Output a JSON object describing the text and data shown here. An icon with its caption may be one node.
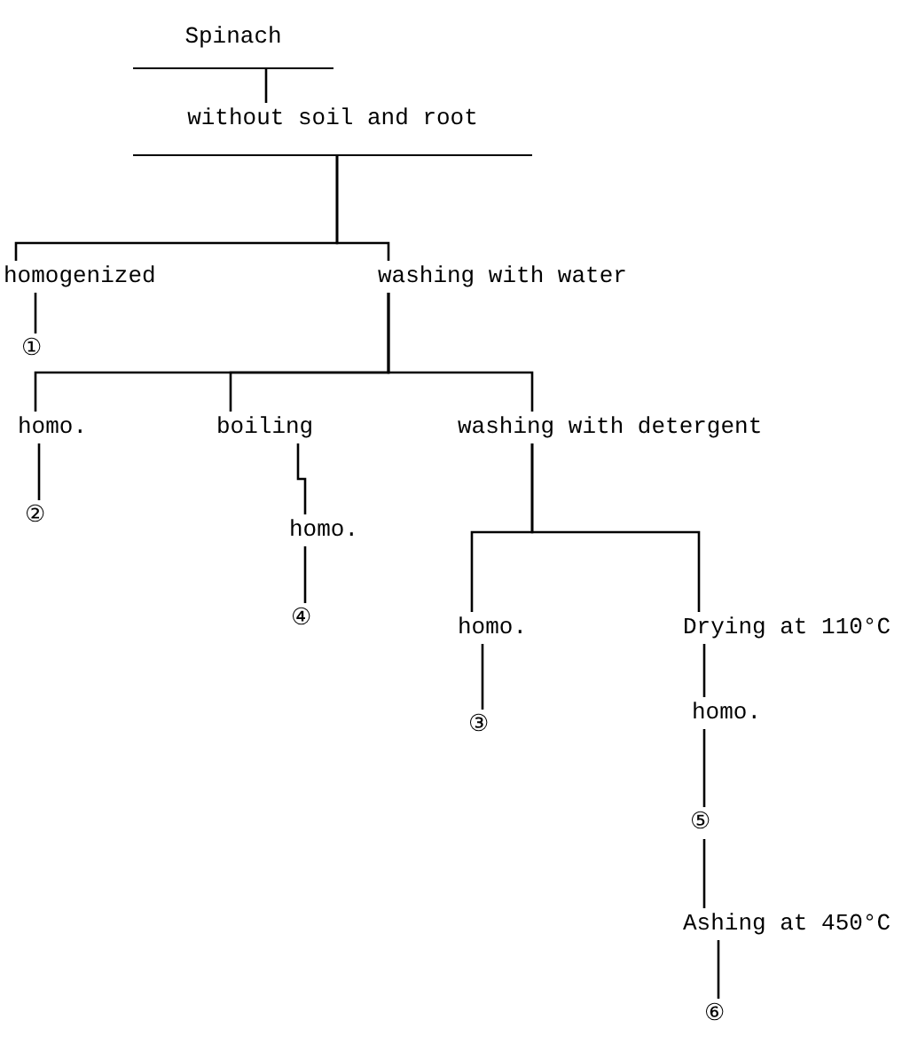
{
  "diagram": {
    "nodes": [
      {
        "text": [
          "Spinach"
        ]
      },
      {
        "text": [
          "without soil and root"
        ]
      },
      {
        "text": [
          "homogenized"
        ]
      },
      {
        "text": [
          "washing with water"
        ]
      },
      {
        "text": [
          "①"
        ]
      },
      {
        "text": [
          "homo."
        ]
      },
      {
        "text": [
          "boiling"
        ]
      },
      {
        "text": [
          "washing with detergent"
        ]
      },
      {
        "text": [
          "②"
        ]
      },
      {
        "text": [
          "homo."
        ]
      },
      {
        "text": [
          "④"
        ]
      },
      {
        "text": [
          "homo."
        ]
      },
      {
        "text": [
          "Drying at 110°C"
        ]
      },
      {
        "text": [
          "③"
        ]
      },
      {
        "text": [
          "homo."
        ]
      },
      {
        "text": [
          "⑤"
        ]
      },
      {
        "text": [
          "Ashing at 450°C"
        ]
      },
      {
        "text": [
          "⑥"
        ]
      }
    ],
    "edges": [
      {
        "from": 0,
        "to": 1,
        "arrow": "none"
      },
      {
        "from": 1,
        "to": 2,
        "arrow": "none"
      },
      {
        "from": 1,
        "to": 3,
        "arrow": "none"
      },
      {
        "from": 2,
        "to": 4,
        "arrow": "none"
      },
      {
        "from": 3,
        "to": 5,
        "arrow": "none"
      },
      {
        "from": 3,
        "to": 6,
        "arrow": "none"
      },
      {
        "from": 3,
        "to": 7,
        "arrow": "none"
      },
      {
        "from": 5,
        "to": 8,
        "arrow": "none"
      },
      {
        "from": 6,
        "to": 9,
        "arrow": "none"
      },
      {
        "from": 9,
        "to": 10,
        "arrow": "none"
      },
      {
        "from": 7,
        "to": 11,
        "arrow": "none"
      },
      {
        "from": 7,
        "to": 12,
        "arrow": "none"
      },
      {
        "from": 11,
        "to": 13,
        "arrow": "none"
      },
      {
        "from": 12,
        "to": 14,
        "arrow": "none"
      },
      {
        "from": 14,
        "to": 15,
        "arrow": "none"
      },
      {
        "from": 15,
        "to": 16,
        "arrow": "none"
      },
      {
        "from": 16,
        "to": 17,
        "arrow": "none"
      }
    ]
  }
}
